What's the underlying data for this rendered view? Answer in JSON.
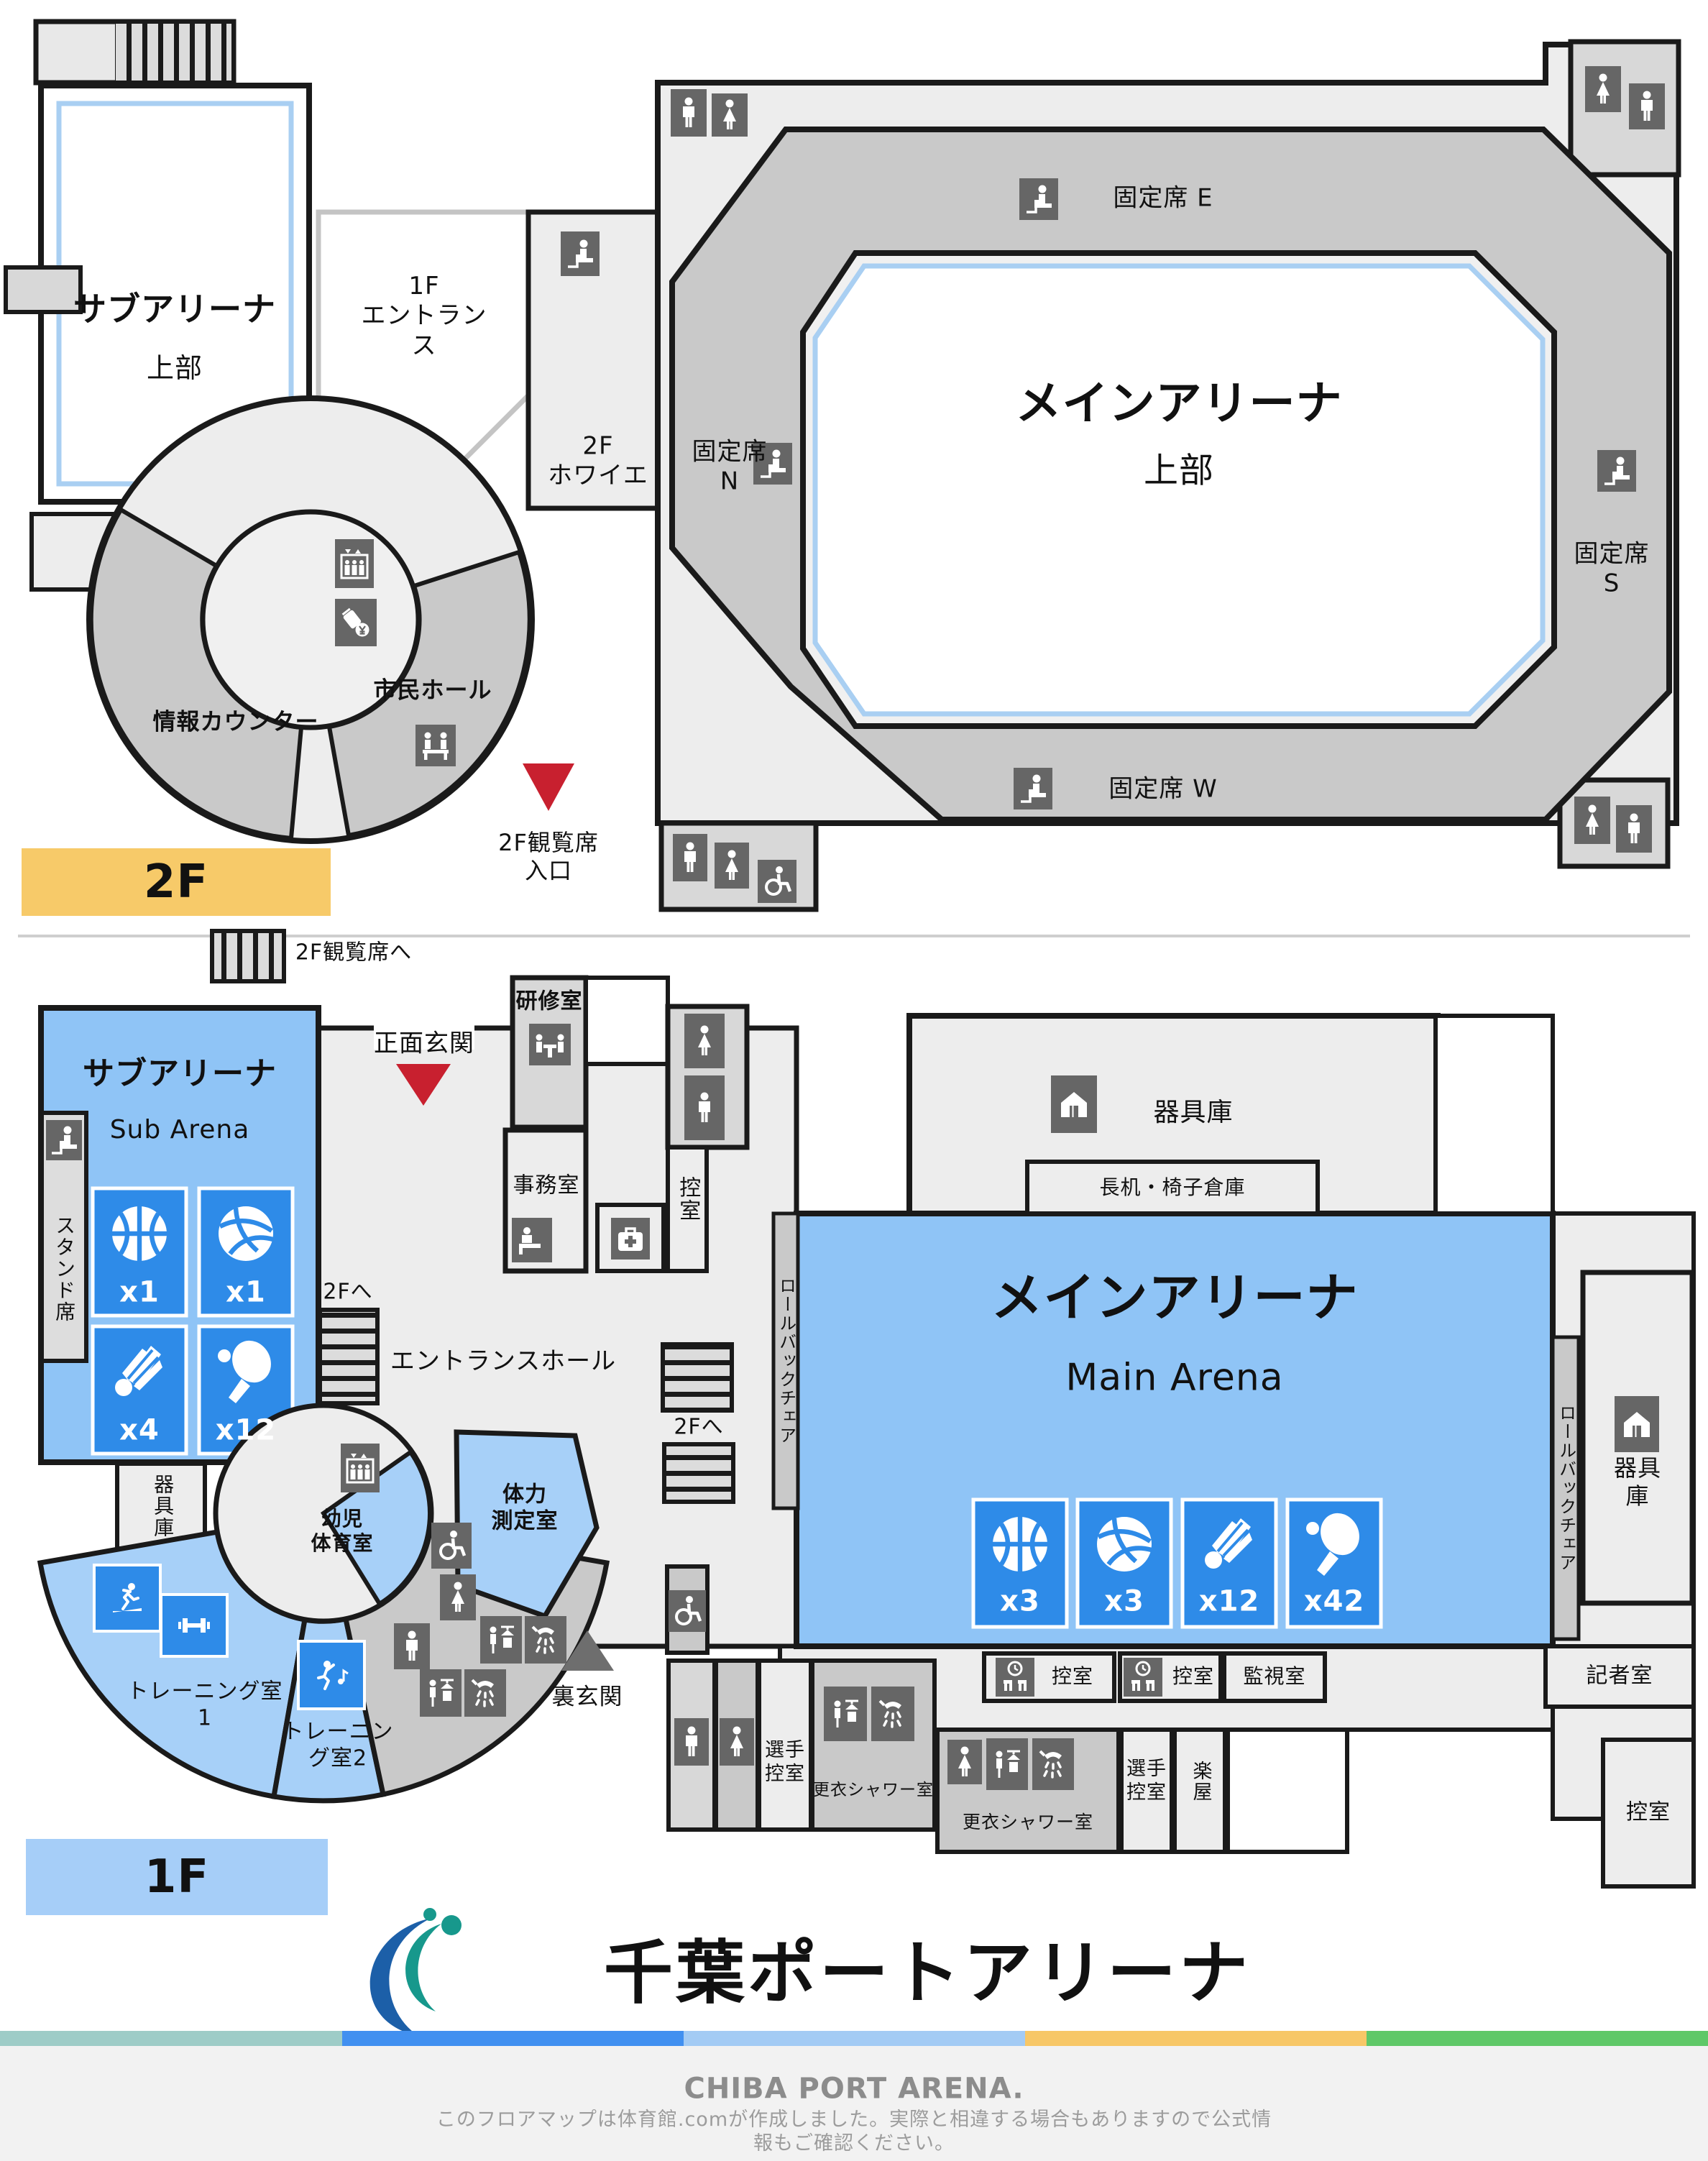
{
  "floor2": {
    "badge": "2F",
    "sub_arena_upper": {
      "title": "サブアリーナ",
      "subtitle": "上部"
    },
    "entrance_1f": "1F\nエントランス",
    "foyer": "2F\nホワイエ",
    "fixed_seats": {
      "e": "固定席 E",
      "n": "固定席\nN",
      "w": "固定席 W",
      "s": "固定席\nS"
    },
    "main_arena_upper": {
      "title": "メインアリーナ",
      "subtitle": "上部"
    },
    "info_counter": "情報カウンター",
    "civic_hall": "市民ホール",
    "viewing_entrance": "2F観覧席\n入口"
  },
  "floor1": {
    "badge": "1F",
    "to_2f_seats": "2F観覧席へ",
    "front_entrance": "正面玄関",
    "back_entrance": "裏玄関",
    "seminar_room": "研修室",
    "office": "事務室",
    "anteroom": "控室",
    "monitor_room": "監視室",
    "press_room": "記者室",
    "players_room": "選手\n控室",
    "changing_shower": "更衣シャワー室",
    "dressing_room": "楽屋",
    "entrance_hall": "エントランスホール",
    "to_2f": "2Fへ",
    "infant_gym": "幼児\n体育室",
    "fitness_room": "体力\n測定室",
    "training_room1": "トレーニング室\n1",
    "training_room2": "トレーニン\nグ室2",
    "stand_seats": "スタンド席",
    "equipment_store": "器具庫",
    "desk_chair_store": "長机・椅子倉庫",
    "rollback_chair": "ロールバックチェア",
    "sub_arena": {
      "title": "サブアリーナ",
      "subtitle": "Sub Arena",
      "counts": [
        {
          "sport": "basketball",
          "label": "x1"
        },
        {
          "sport": "volleyball",
          "label": "x1"
        },
        {
          "sport": "badminton",
          "label": "x4"
        },
        {
          "sport": "table-tennis",
          "label": "x12"
        }
      ]
    },
    "main_arena": {
      "title": "メインアリーナ",
      "subtitle": "Main Arena",
      "counts": [
        {
          "sport": "basketball",
          "label": "x3"
        },
        {
          "sport": "volleyball",
          "label": "x3"
        },
        {
          "sport": "badminton",
          "label": "x12"
        },
        {
          "sport": "table-tennis",
          "label": "x42"
        }
      ]
    }
  },
  "footer": {
    "logo_text": "千葉ポートアリーナ",
    "title": "CHIBA PORT ARENA.",
    "disclaimer": "このフロアマップは体育館.comが作成しました。実際と相違する場合もありますので公式情報もご確認ください。"
  },
  "colors": {
    "arena_fill": "#8FC4F6",
    "tile_blue": "#2E8BE8",
    "court_border": "#A9CFF2",
    "accent_red": "#C8202F",
    "badge_2f": "#F7CA69",
    "badge_1f": "#A6CEF8",
    "bar": [
      "#9ECCC7",
      "#4190F0",
      "#A3CBF4",
      "#F7C767",
      "#5FC868"
    ],
    "logo_blue": "#1C5FA8",
    "logo_teal": "#17988C"
  },
  "icons": {
    "male-toilet-icon": "standing man pictogram",
    "female-toilet-icon": "standing woman pictogram",
    "wheelchair-icon": "wheelchair user",
    "elevator-icon": "elevator with arrows",
    "escalator-icon": "seated person on steps",
    "seat-icon": "seated spectator",
    "bench-icon": "two people on bench",
    "vending-machine-icon": "cup with yen mark",
    "meeting-icon": "table with two people",
    "reception-icon": "person at desk",
    "first-aid-icon": "first aid bag with cross",
    "waiting-room-icon": "clock over chairs",
    "storage-house-icon": "house with door",
    "treadmill-icon": "runner on treadmill",
    "dumbbell-icon": "barbell",
    "dance-icon": "dancer with music note",
    "locker-icon": "changing room hanger",
    "shower-icon": "shower head with spray",
    "basketball-icon": "basketball",
    "volleyball-icon": "volleyball",
    "badminton-icon": "shuttlecock",
    "table-tennis-icon": "paddle and ball"
  }
}
